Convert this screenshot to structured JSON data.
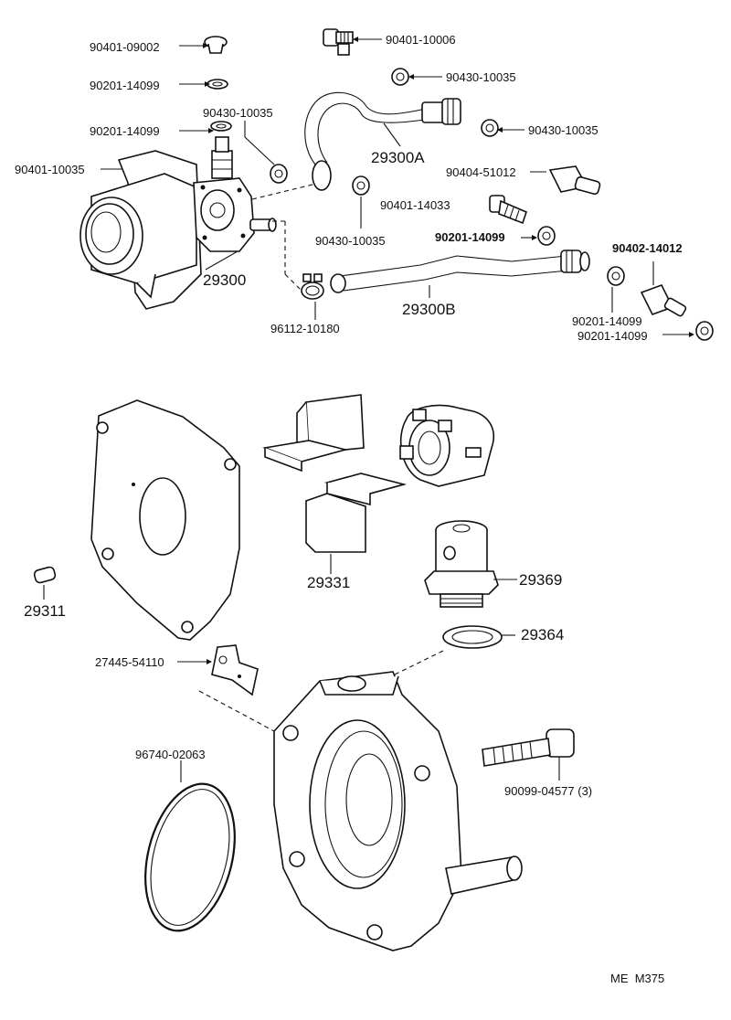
{
  "labels": {
    "p90401_09002": "90401-09002",
    "p90201_14099_a": "90201-14099",
    "p90201_14099_b": "90201-14099",
    "p90401_10035": "90401-10035",
    "p90430_10035_a": "90430-10035",
    "p29300": "29300",
    "p90401_10006": "90401-10006",
    "p90430_10035_b": "90430-10035",
    "p90430_10035_c": "90430-10035",
    "p29300A": "29300A",
    "p90404_51012": "90404-51012",
    "p90401_14033": "90401-14033",
    "p90430_10035_d": "90430-10035",
    "p90201_14099_c": "90201-14099",
    "p90402_14012": "90402-14012",
    "p96112_10180": "96112-10180",
    "p29300B": "29300B",
    "p90201_14099_d": "90201-14099",
    "p90201_14099_e": "90201-14099",
    "p29331": "29331",
    "p29369": "29369",
    "p29311": "29311",
    "p29364": "29364",
    "p27445_54110": "27445-54110",
    "p96740_02063": "96740-02063",
    "p90099_04577": "90099-04577 (3)",
    "catalog_code": "ME  M375"
  }
}
